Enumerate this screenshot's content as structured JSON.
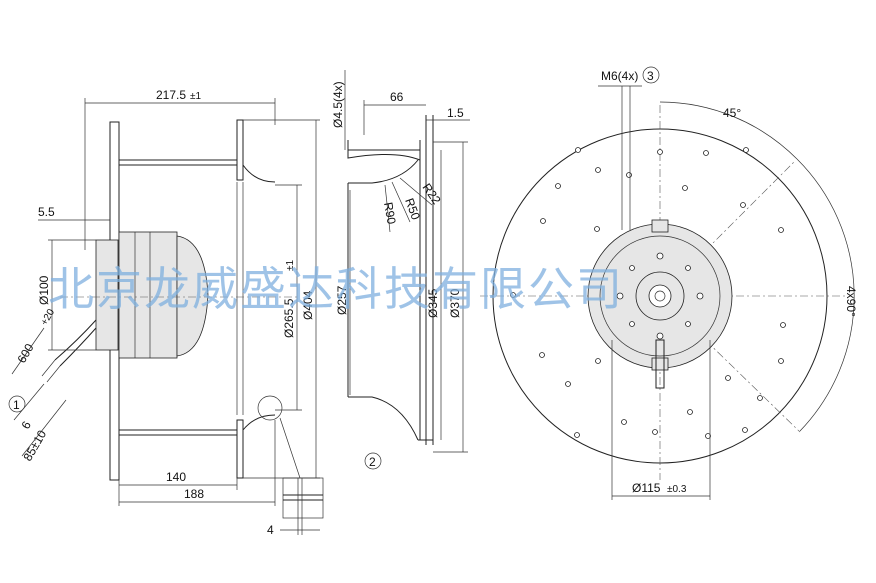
{
  "watermark": "北京龙威盛达科技有限公司",
  "side_view": {
    "overall_width": "217.5",
    "overall_width_tol": "±1",
    "flange_offset": "5.5",
    "motor_dia": "Ø100",
    "cable_length": "600",
    "cable_length_tol": "+20",
    "cable_strip": "6",
    "cable_end": "85±10",
    "callout": "1",
    "outlet_dia": "Ø265.5",
    "outlet_dia_tol": "±1",
    "impeller_dia": "Ø404",
    "depth_140": "140",
    "depth_188": "188",
    "gap": "4"
  },
  "nozzle_view": {
    "hole": "Ø4.5(4x)",
    "depth": "66",
    "lip": "1.5",
    "r22": "R22",
    "r50": "R50",
    "r90": "R90",
    "throat_dia": "Ø257",
    "flange_dia": "Ø345",
    "outer_dia": "Ø370",
    "callout": "2"
  },
  "front_view": {
    "thread": "M6(4x)",
    "callout": "3",
    "angle": "45°",
    "pattern": "4x90°",
    "bolt_circle": "Ø115",
    "bolt_circle_tol": "±0.3"
  }
}
